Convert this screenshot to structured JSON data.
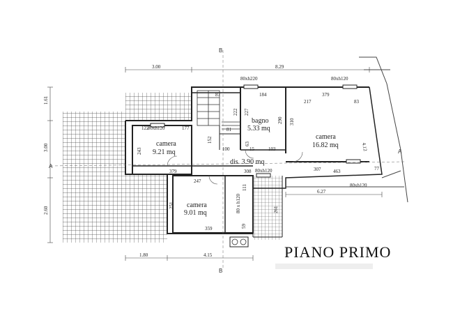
{
  "title": "PIANO PRIMO",
  "section_markers": {
    "top_b": "B",
    "bottom_b": "B",
    "left_a": "A",
    "right_a": "A"
  },
  "rooms": {
    "camera_left": {
      "name": "camera",
      "area": "9.21 mq"
    },
    "bagno": {
      "name": "bagno",
      "area": "5.33 mq"
    },
    "camera_right": {
      "name": "camera",
      "area": "16.82 mq"
    },
    "disimpegno": {
      "label": "dis. 3.90 mq"
    },
    "camera_bottom": {
      "name": "camera",
      "area": "9.01 mq"
    }
  },
  "overall_dims": {
    "top_left": "3.00",
    "top_right": "8.29",
    "left_upper": "1.61",
    "left_middle": "3.00",
    "left_lower": "2.60",
    "bottom_left": "1.80",
    "bottom_right": "4.15",
    "right_outer": "6.27"
  },
  "windows": {
    "w1": "80xh120",
    "w2": "80xh220",
    "w3": "80xh120",
    "w4": "80xh120",
    "w5": "80xh120",
    "w6": "80 x h120"
  },
  "inner_dims": {
    "d87": "87",
    "d184": "184",
    "d379_top": "379",
    "d217": "217",
    "d83": "83",
    "d227": "227",
    "d222": "222",
    "d290": "290",
    "d310": "310",
    "d412": "4.12",
    "d122": "122",
    "d177": "177",
    "d81": "81",
    "d152": "152",
    "d63": "63",
    "d243": "243",
    "d100": "100",
    "d15": "15",
    "d103": "103",
    "d379_mid": "379",
    "d308": "308",
    "d307": "307",
    "d463": "463",
    "d77": "77",
    "d247": "247",
    "d111": "111",
    "d251": "251",
    "d261": "261",
    "d359": "359",
    "d59": "59"
  }
}
